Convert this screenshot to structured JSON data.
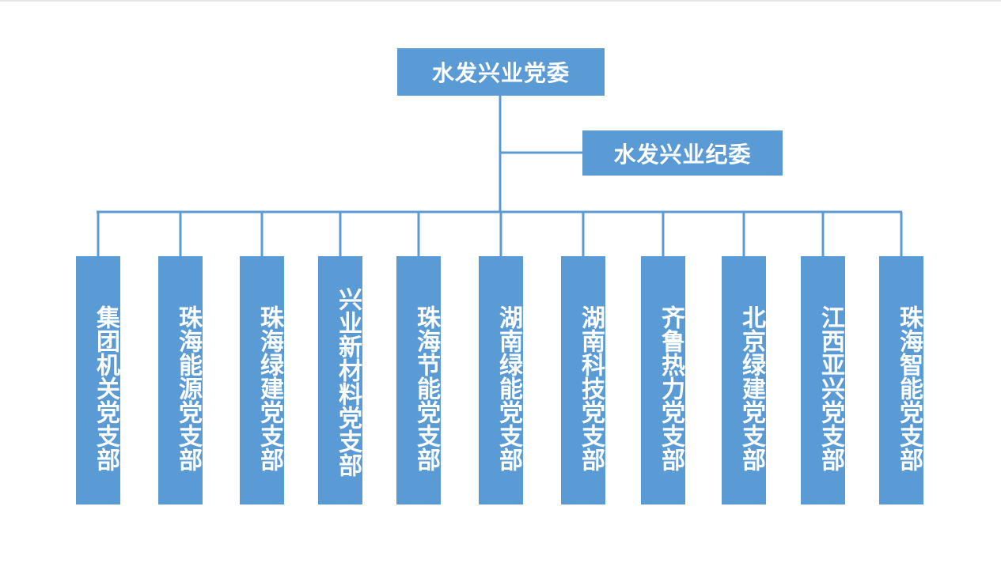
{
  "root": {
    "label": "水发兴业党委"
  },
  "discipline": {
    "label": "水发兴业纪委"
  },
  "branches": [
    {
      "label": "集团机关党支部"
    },
    {
      "label": "珠海能源党支部"
    },
    {
      "label": "珠海绿建党支部"
    },
    {
      "label": "兴业新材料党支部"
    },
    {
      "label": "珠海节能党支部"
    },
    {
      "label": "湖南绿能党支部"
    },
    {
      "label": "湖南科技党支部"
    },
    {
      "label": "齐鲁热力党支部"
    },
    {
      "label": "北京绿建党支部"
    },
    {
      "label": "江西亚兴党支部"
    },
    {
      "label": "珠海智能党支部"
    }
  ],
  "colors": {
    "box_fill": "#5b9bd5",
    "line": "#5b9bd5",
    "text": "#ffffff"
  }
}
